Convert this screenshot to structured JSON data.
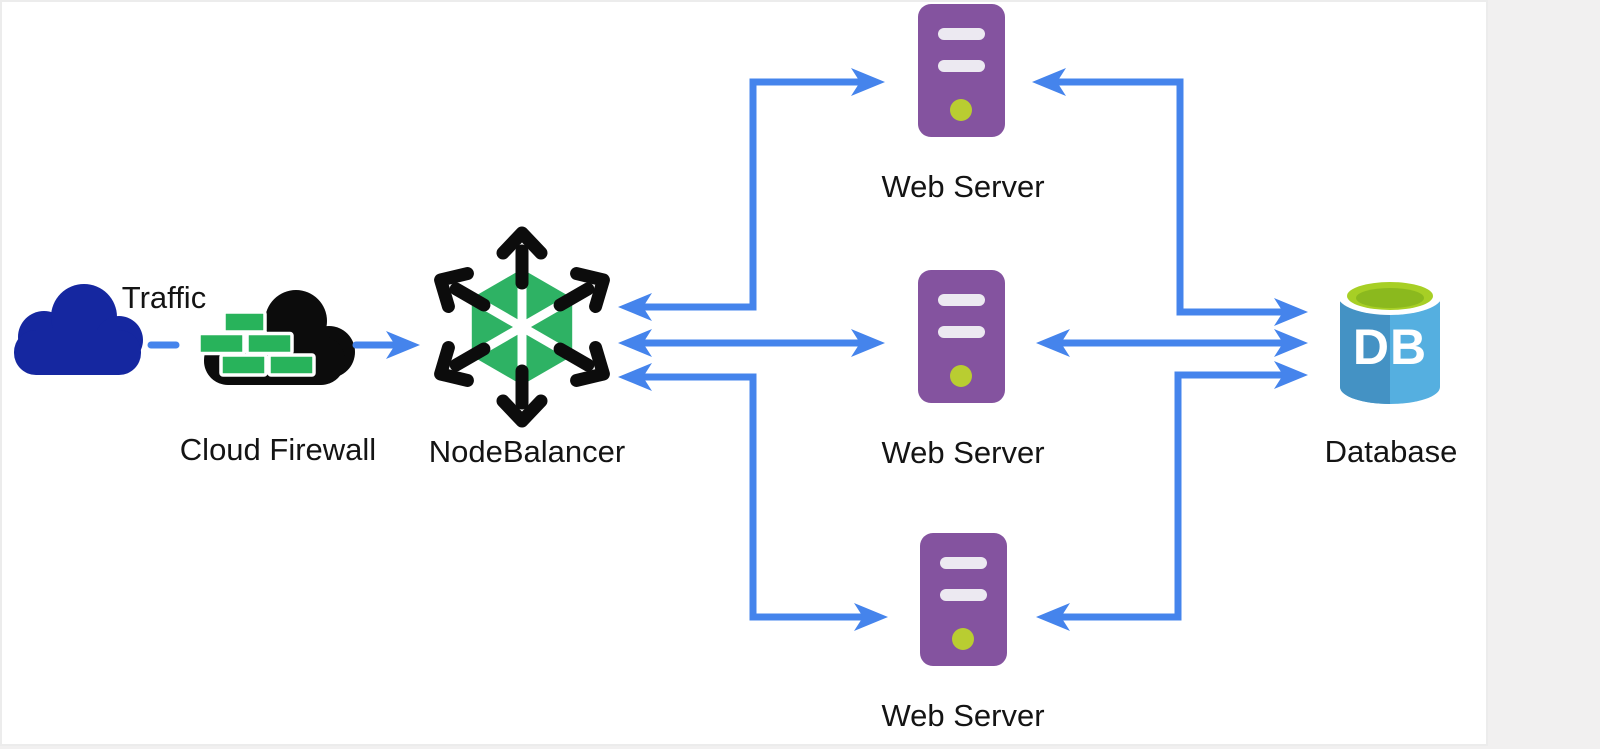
{
  "diagram": {
    "type": "architecture",
    "nodes": {
      "traffic": {
        "label": "Traffic"
      },
      "cloud_firewall": {
        "label": "Cloud Firewall"
      },
      "nodebalancer": {
        "label": "NodeBalancer"
      },
      "web_server_1": {
        "label": "Web Server"
      },
      "web_server_2": {
        "label": "Web Server"
      },
      "web_server_3": {
        "label": "Web Server"
      },
      "database": {
        "label": "Database",
        "badge": "DB"
      }
    },
    "edges": [
      {
        "from": "traffic",
        "to": "cloud_firewall",
        "style": "dashed"
      },
      {
        "from": "cloud_firewall",
        "to": "nodebalancer",
        "style": "arrow"
      },
      {
        "from": "nodebalancer",
        "to": "web_server_1",
        "style": "bidirectional-elbow"
      },
      {
        "from": "nodebalancer",
        "to": "web_server_2",
        "style": "bidirectional-straight"
      },
      {
        "from": "nodebalancer",
        "to": "web_server_3",
        "style": "bidirectional-elbow"
      },
      {
        "from": "web_server_1",
        "to": "database",
        "style": "bidirectional-elbow"
      },
      {
        "from": "web_server_2",
        "to": "database",
        "style": "bidirectional-straight"
      },
      {
        "from": "web_server_3",
        "to": "database",
        "style": "bidirectional-elbow"
      }
    ],
    "colors": {
      "arrow_blue": "#4584ec",
      "traffic_cloud": "#1527a0",
      "firewall_black": "#0c0c0c",
      "brick_green": "#28b35b",
      "balancer_green": "#2eb264",
      "server_purple": "#84539f",
      "server_bar": "#ece9f1",
      "server_led": "#b9cd31",
      "db_blue_dark": "#4492c4",
      "db_blue_light": "#55afe0",
      "db_top_green": "#a7cf25"
    }
  }
}
